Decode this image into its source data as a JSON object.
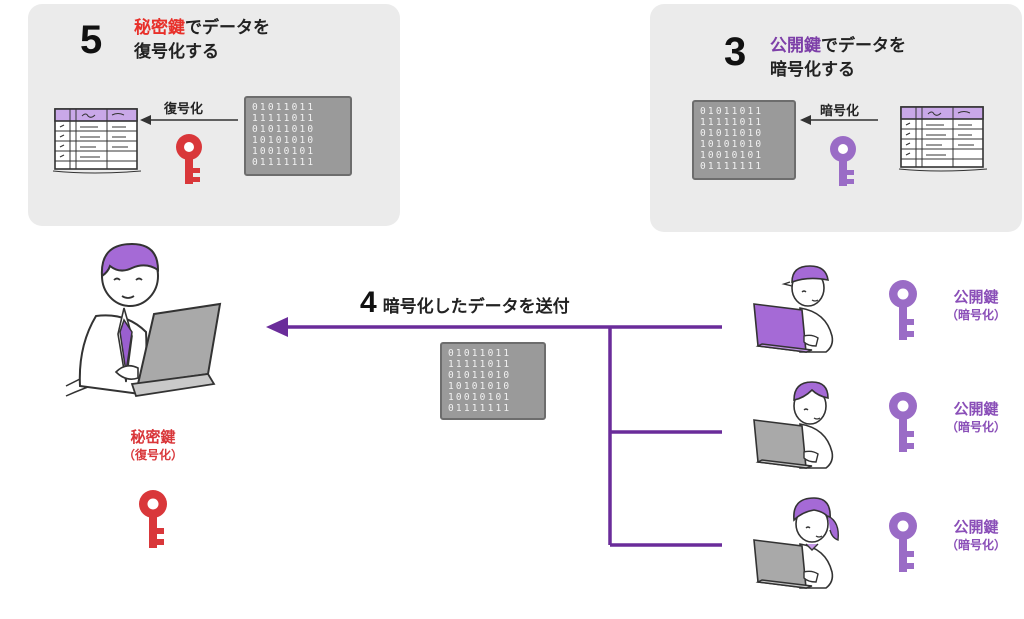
{
  "step5": {
    "number": "5",
    "key_word": "秘密鍵",
    "line1_rest": "でデータを",
    "line2": "復号化する",
    "arrow_label": "復号化"
  },
  "step3": {
    "number": "3",
    "key_word": "公開鍵",
    "line1_rest": "でデータを",
    "line2": "暗号化する",
    "arrow_label": "暗号化"
  },
  "step4": {
    "number": "4",
    "text": "暗号化したデータを送付"
  },
  "receiver_key": {
    "name": "秘密鍵",
    "role": "（復号化）"
  },
  "sender_keys": [
    {
      "name": "公開鍵",
      "role": "（暗号化）"
    },
    {
      "name": "公開鍵",
      "role": "（暗号化）"
    },
    {
      "name": "公開鍵",
      "role": "（暗号化）"
    }
  ],
  "binary_block": {
    "rows": [
      "01011011",
      "11111011",
      "01011010",
      "10101010",
      "10010101",
      "01111111"
    ]
  },
  "colors": {
    "private_key": "#d9373a",
    "public_key": "#9a6cc6",
    "line": "#6a2c9a",
    "panel": "#ebebeb"
  },
  "icons": {
    "document": "spreadsheet-document-icon",
    "key": "key-icon",
    "binary": "binary-data-icon",
    "person": "person-with-laptop-icon"
  }
}
